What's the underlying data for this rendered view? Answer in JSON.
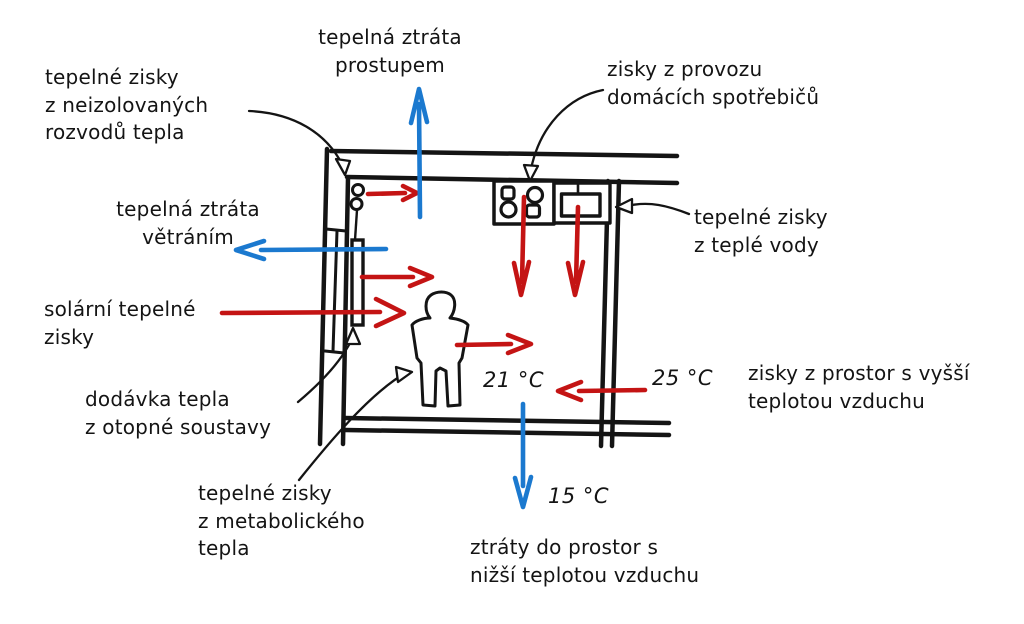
{
  "diagram": {
    "labels": {
      "gains_uninsulated": "tepelné zisky\nz neizolovaných\nrozvodů tepla",
      "loss_transmission": "tepelná ztráta\nprostupem",
      "gains_appliances": "zisky z provozu\ndomácích spotřebičů",
      "loss_ventilation": "tepelná ztráta\nvětráním",
      "gains_hot_water": "tepelné zisky\nz teplé vody",
      "gains_solar": "solární tepelné\nzisky",
      "heat_supply": "dodávka tepla\nz otopné soustavy",
      "gains_metabolic": "tepelné zisky\nz metabolického\ntepla",
      "gains_higher_temp_rooms": "zisky z prostor s vyšší\nteplotou vzduchu",
      "losses_lower_temp_rooms": "ztráty do prostor s\nnižší teplotou vzduchu"
    },
    "temperatures": {
      "indoor": "21 °C",
      "adjacent_higher": "25 °C",
      "adjacent_lower": "15 °C"
    },
    "colors": {
      "heat_gain_arrow": "#c41414",
      "heat_loss_arrow": "#1b79cf",
      "ink": "#141414"
    }
  }
}
